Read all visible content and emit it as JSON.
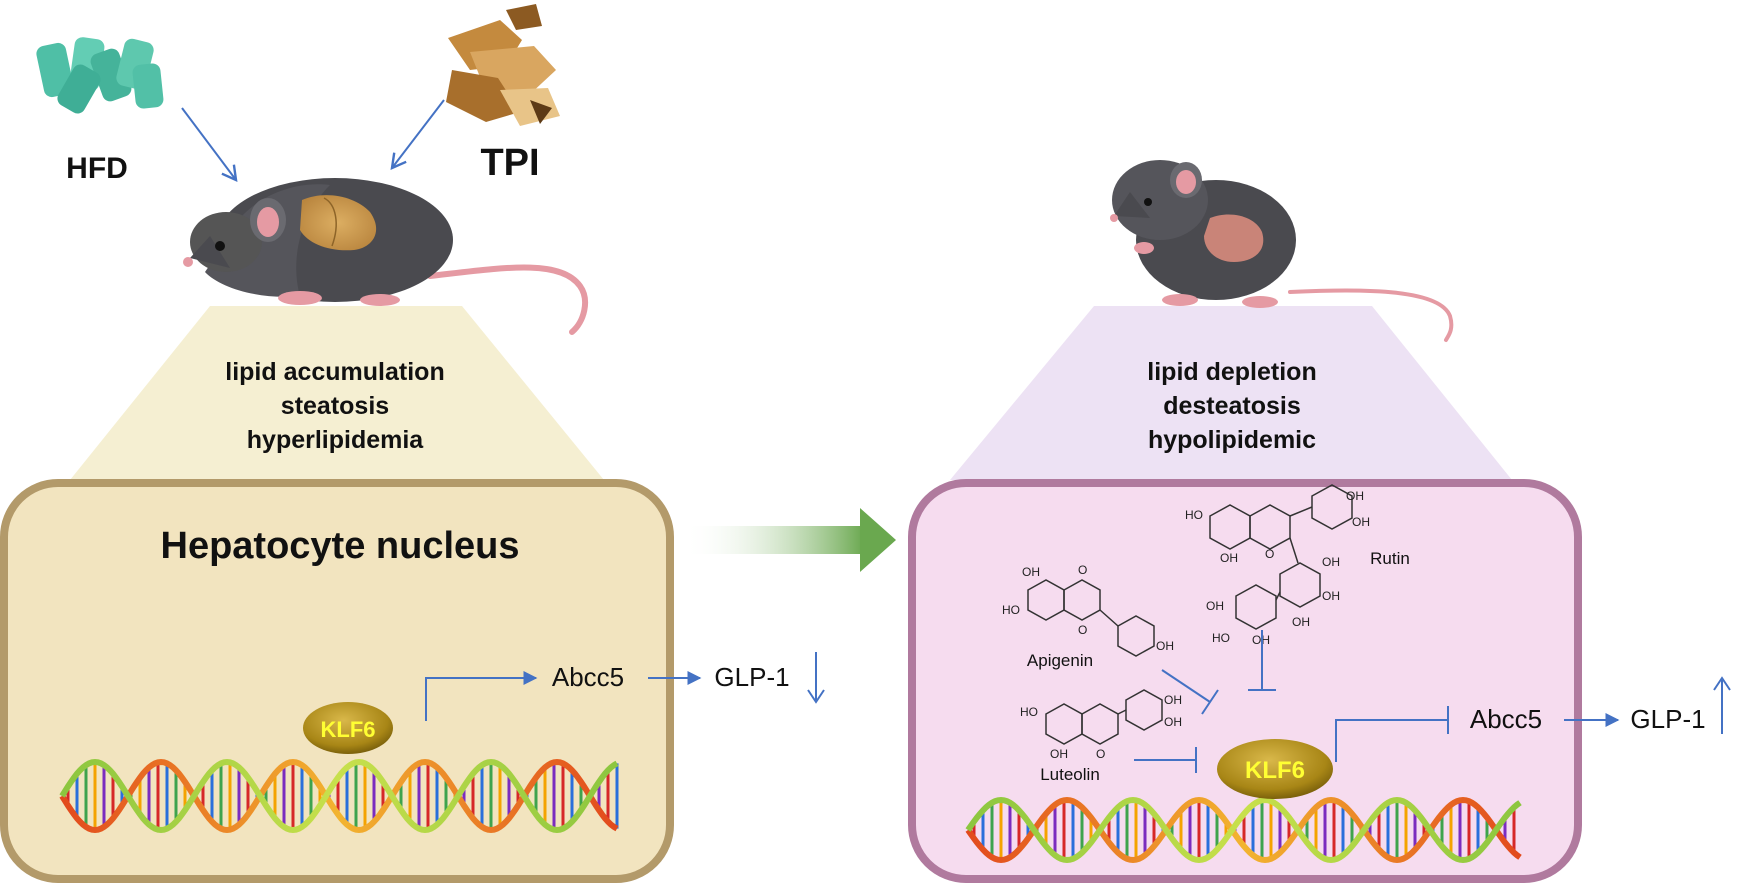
{
  "inputs": {
    "hfd_label": "HFD",
    "tpi_label": "TPI"
  },
  "left_panel": {
    "effects": [
      "lipid accumulation",
      "steatosis",
      "hyperlipidemia"
    ],
    "title": "Hepatocyte nucleus",
    "klf6": "KLF6",
    "abcc5": "Abcc5",
    "glp1": "GLP-1"
  },
  "right_panel": {
    "effects": [
      "lipid depletion",
      "desteatosis",
      "hypolipidemic"
    ],
    "klf6": "KLF6",
    "abcc5": "Abcc5",
    "glp1": "GLP-1",
    "compounds": {
      "rutin": "Rutin",
      "apigenin": "Apigenin",
      "luteolin": "Luteolin"
    },
    "atom_labels": {
      "oh": "OH",
      "ho": "HO",
      "o": "O"
    }
  },
  "colors": {
    "left_box_fill": "#f2e4bf",
    "left_box_stroke": "#b39a6a",
    "left_trap": "#f5efd2",
    "right_box_fill": "#f6dcef",
    "right_box_stroke": "#b07a9e",
    "right_trap": "#ede2f4",
    "arrow_blue": "#4472c4",
    "klf6_text": "#ffff33",
    "klf6_fill": "#a88616",
    "green_arrow": "#6aa84f"
  }
}
